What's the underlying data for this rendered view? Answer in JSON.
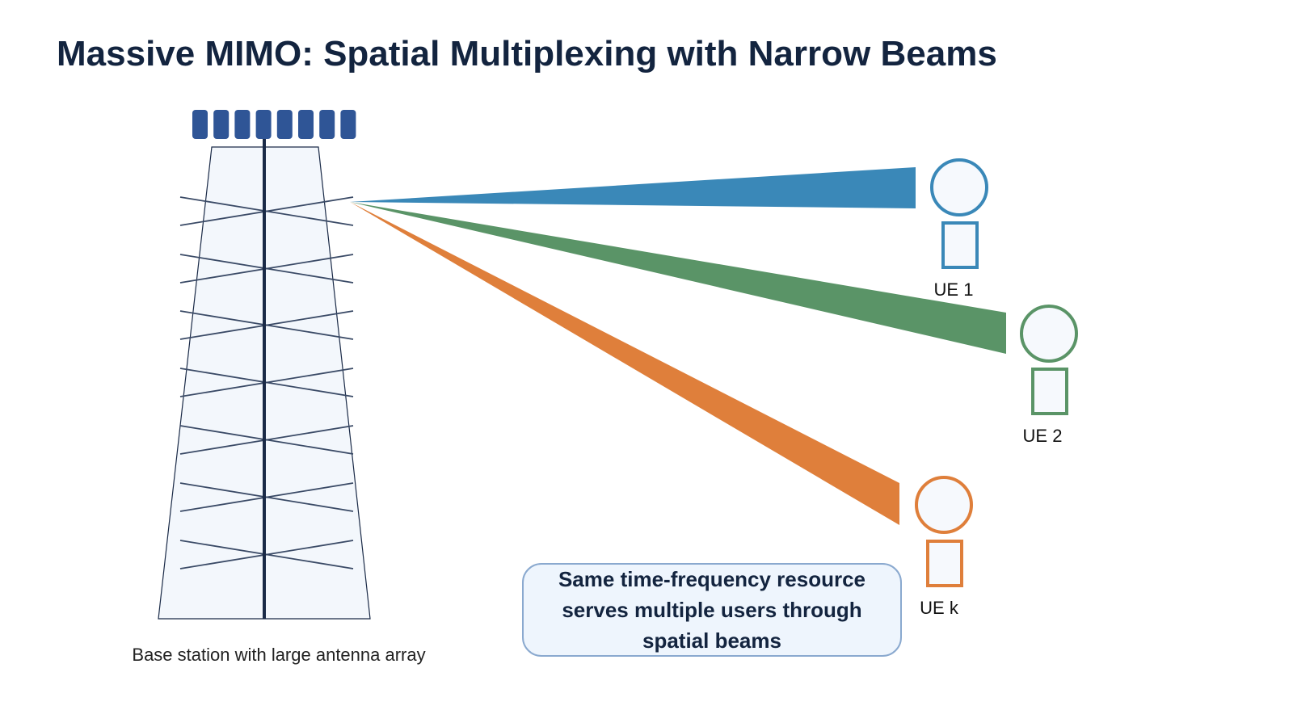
{
  "title": "Massive MIMO: Spatial Multiplexing with Narrow Beams",
  "base_station": {
    "caption": "Base station with large antenna array",
    "antenna_elements": 8,
    "tower_fill": "#f3f7fc",
    "tower_outline": "#1a2a47",
    "antenna_color": "#2f5596"
  },
  "users": [
    {
      "label": "UE 1",
      "color": "#3a88b8"
    },
    {
      "label": "UE 2",
      "color": "#5a9467"
    },
    {
      "label": "UE k",
      "color": "#df7f3b"
    }
  ],
  "note": {
    "text": "Same time-frequency resource serves multiple users through spatial beams",
    "background": "#eef5fd",
    "border": "#8aa9cf"
  }
}
